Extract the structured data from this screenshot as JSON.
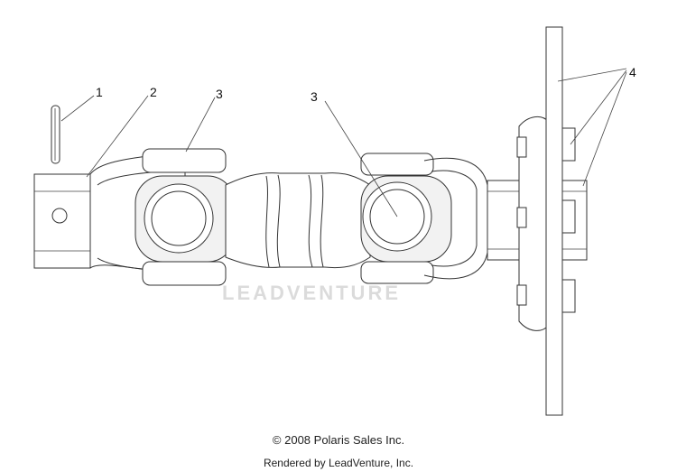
{
  "diagram": {
    "callouts": [
      {
        "id": "1",
        "label": "1"
      },
      {
        "id": "2",
        "label": "2"
      },
      {
        "id": "3a",
        "label": "3"
      },
      {
        "id": "3b",
        "label": "3"
      },
      {
        "id": "4",
        "label": "4"
      }
    ],
    "watermark": "LEADVENTURE"
  },
  "footer": {
    "copyright": "© 2008 Polaris Sales Inc.",
    "rendered_by": "Rendered by LeadVenture, Inc."
  }
}
